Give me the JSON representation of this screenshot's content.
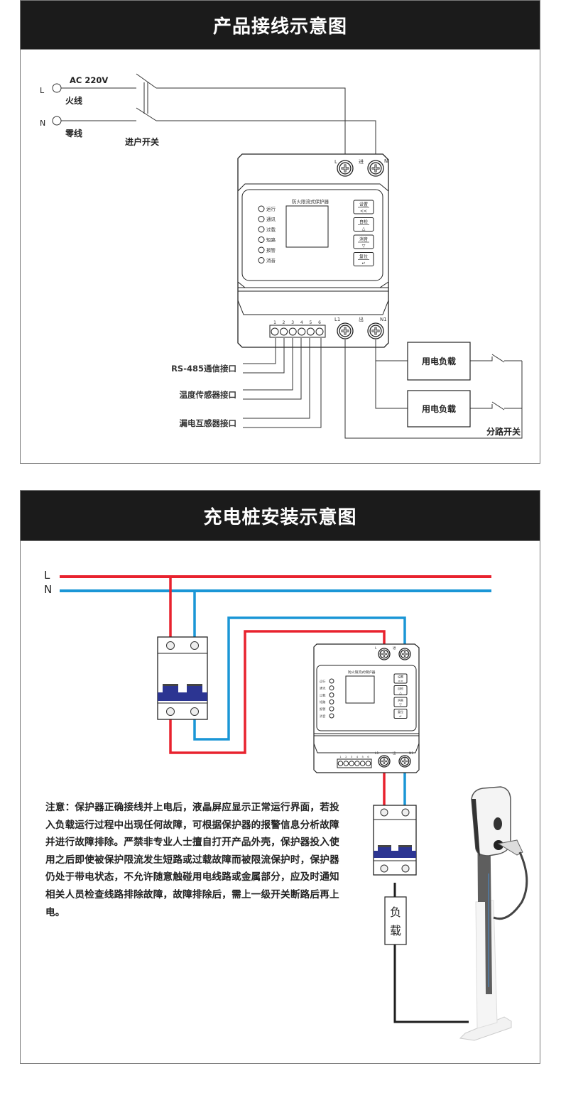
{
  "section1": {
    "title": "产品接线示意图",
    "source": {
      "l_label": "L",
      "n_label": "N",
      "voltage": "AC 220V",
      "live_wire": "火线",
      "neutral_wire": "零线",
      "main_switch": "进户开关"
    },
    "device": {
      "name": "防火限流式保护器",
      "in_label": "进",
      "out_label": "出",
      "terminal_l": "L",
      "terminal_n": "N",
      "terminal_l1": "L1",
      "terminal_n1": "N1",
      "indicators": [
        "运行",
        "通讯",
        "过载",
        "短路",
        "报警",
        "消音"
      ],
      "buttons": [
        {
          "label": "设置",
          "symbol": "<<"
        },
        {
          "label": "自检",
          "symbol": "△"
        },
        {
          "label": "消音",
          "symbol": "▽"
        },
        {
          "label": "复位",
          "symbol": "↵"
        }
      ],
      "port_numbers": [
        "1",
        "2",
        "3",
        "4",
        "5",
        "6"
      ]
    },
    "interfaces": [
      "RS-485通信接口",
      "温度传感器接口",
      "漏电互感器接口"
    ],
    "loads": [
      "用电负载",
      "用电负载"
    ],
    "branch_switch": "分路开关"
  },
  "section2": {
    "title": "充电桩安装示意图",
    "bus_l": "L",
    "bus_n": "N",
    "load_label": [
      "负",
      "载"
    ],
    "note": "注意：保护器正确接线并上电后，液晶屏应显示正常运行界面，若投入负载运行过程中出现任何故障，可根据保护器的报警信息分析故障并进行故障排除。严禁非专业人士擅自打开产品外壳，保护器投入使用之后即使被保护限流发生短路或过载故障而被限流保护时，保护器仍处于带电状态，不允许随意触碰用电线路或金属部分，应及时通知相关人员检查线路排除故障，故障排除后，需上一级开关断路后再上电。",
    "colors": {
      "live": "#e8222e",
      "neutral": "#1a96d6",
      "breaker_handle": "#2c3592"
    }
  }
}
